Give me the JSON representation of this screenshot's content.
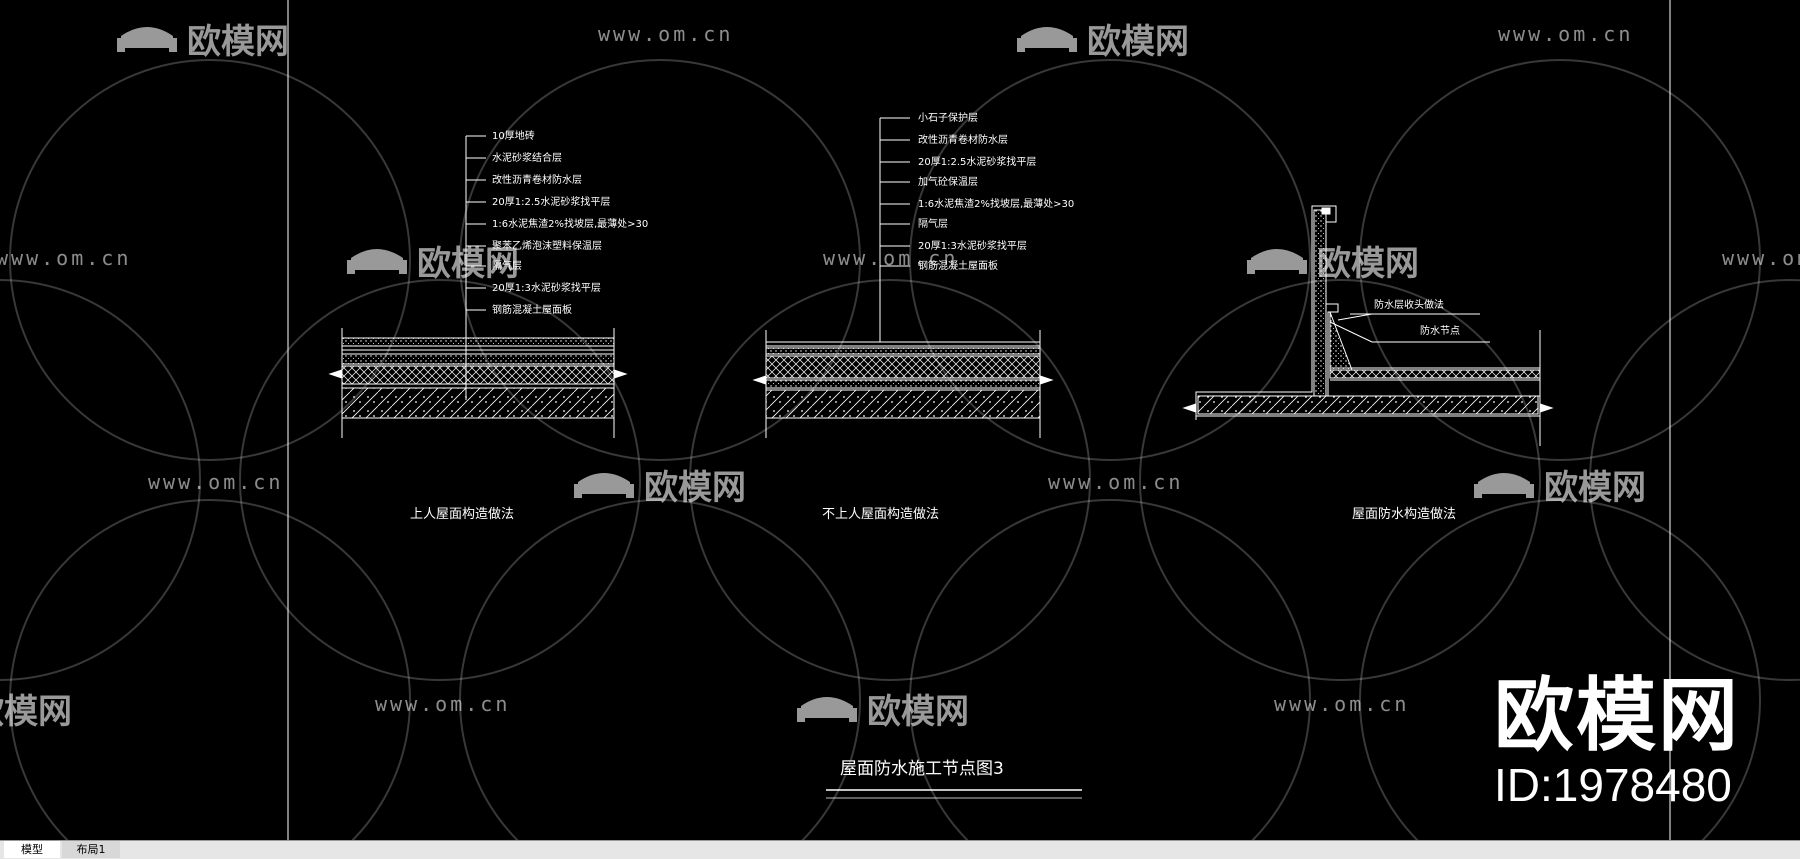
{
  "drawing": {
    "details": [
      {
        "caption": "上人屋面构造做法",
        "layers": [
          "10厚地砖",
          "水泥砂浆结合层",
          "改性沥青卷材防水层",
          "20厚1:2.5水泥砂浆找平层",
          "1:6水泥焦渣2%找坡层,最薄处>30",
          "聚苯乙烯泡沫塑料保温层",
          "隔气层",
          "20厚1:3水泥砂浆找平层",
          "钢筋混凝土屋面板"
        ]
      },
      {
        "caption": "不上人屋面构造做法",
        "layers": [
          "小石子保护层",
          "改性沥青卷材防水层",
          "20厚1:2.5水泥砂浆找平层",
          "加气砼保温层",
          "1:6水泥焦渣2%找坡层,最薄处>30",
          "隔气层",
          "20厚1:3水泥砂浆找平层",
          "钢筋混凝土屋面板"
        ]
      },
      {
        "caption": "屋面防水构造做法",
        "layers": [
          "防水层收头做法",
          "防水节点"
        ]
      }
    ],
    "sheet_title": "屋面防水施工节点图3"
  },
  "watermark": {
    "url_text": "www.om.cn",
    "logo_text": "欧模网",
    "brand_big": "欧模网",
    "brand_id": "ID:1978480"
  },
  "tabs": [
    {
      "label": "模型",
      "active": true
    },
    {
      "label": "布局1",
      "active": false
    }
  ],
  "colors": {
    "background": "#000000",
    "lines": "#ffffff"
  }
}
